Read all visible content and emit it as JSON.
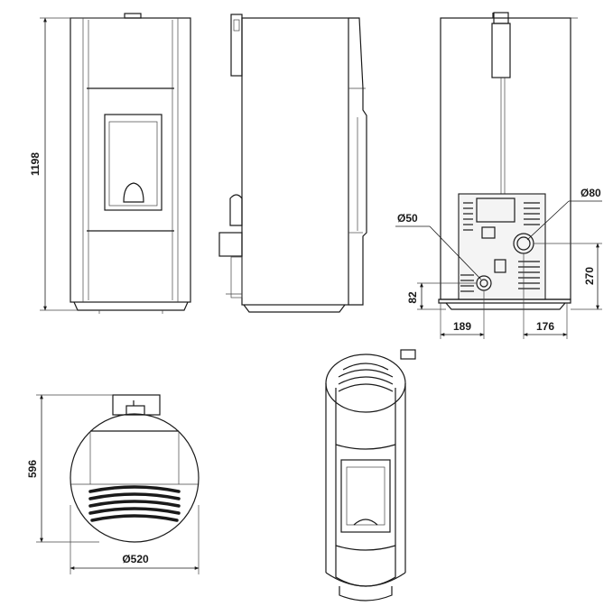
{
  "dimensions": {
    "height": "1198",
    "exhaust_diameter": "Ø80",
    "inlet_diameter": "Ø50",
    "exhaust_height": "270",
    "inlet_height": "82",
    "inlet_offset": "189",
    "exhaust_offset": "176",
    "depth": "596",
    "diameter": "Ø520"
  }
}
